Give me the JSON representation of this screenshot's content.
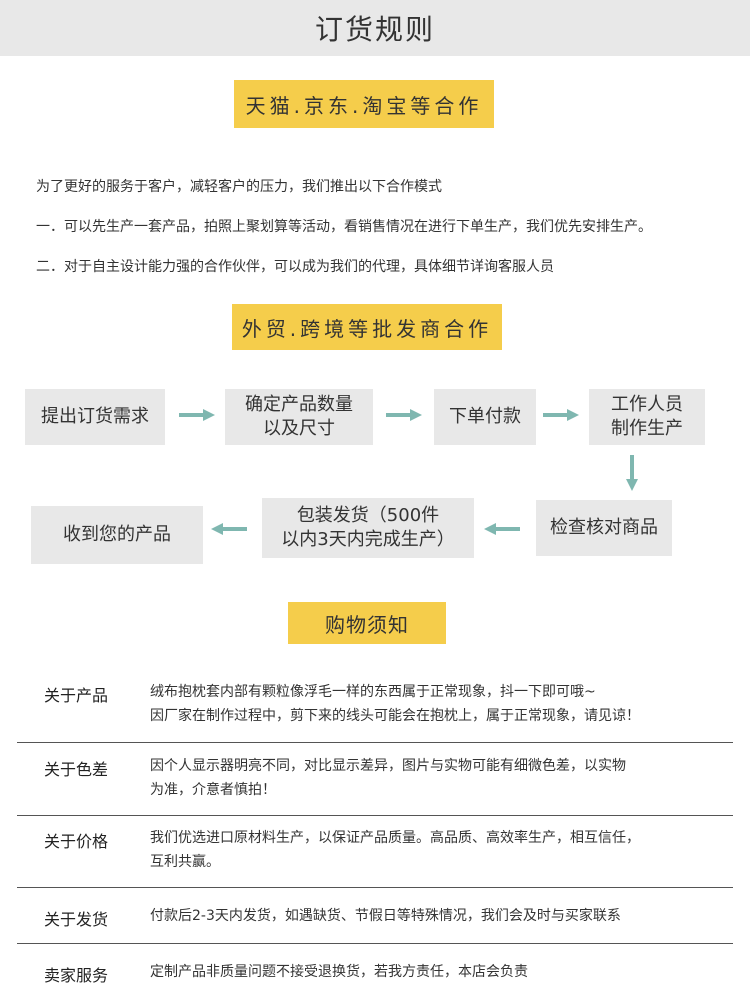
{
  "header": {
    "title": "订货规则"
  },
  "section1": {
    "badge": "天猫.京东.淘宝等合作",
    "lines": [
      "为了更好的服务于客户，减轻客户的压力，我们推出以下合作模式",
      "一．可以先生产一套产品，拍照上聚划算等活动，看销售情况在进行下单生产，我们优先安排生产。",
      "二．对于自主设计能力强的合作伙伴，可以成为我们的代理，具体细节详询客服人员"
    ]
  },
  "section2": {
    "badge": "外贸.跨境等批发商合作",
    "steps": [
      "提出订货需求",
      "确定产品数量\n以及尺寸",
      "下单付款",
      "工作人员\n制作生产",
      "检查核对商品",
      "包装发货（500件\n以内3天内完成生产）",
      "收到您的产品"
    ],
    "arrow_color": "#7fb7b0"
  },
  "section3": {
    "badge": "购物须知",
    "rows": [
      {
        "label": "关于产品",
        "text": "绒布抱枕套内部有颗粒像浮毛一样的东西属于正常现象，抖一下即可哦~\n因厂家在制作过程中，剪下来的线头可能会在抱枕上，属于正常现象，请见谅！"
      },
      {
        "label": "关于色差",
        "text": "因个人显示器明亮不同，对比显示差异，图片与实物可能有细微色差，以实物\n为准，介意者慎拍！"
      },
      {
        "label": "关于价格",
        "text": "我们优选进口原材料生产，以保证产品质量。高品质、高效率生产，相互信任，\n互利共赢。"
      },
      {
        "label": "关于发货",
        "text": "付款后2-3天内发货，如遇缺货、节假日等特殊情况，我们会及时与买家联系"
      },
      {
        "label": "卖家服务",
        "text": "定制产品非质量问题不接受退换货，若我方责任，本店会负责"
      }
    ]
  },
  "colors": {
    "badge": "#f5cd4b",
    "box": "#e8e8e8",
    "arrow": "#7fb7b0"
  }
}
